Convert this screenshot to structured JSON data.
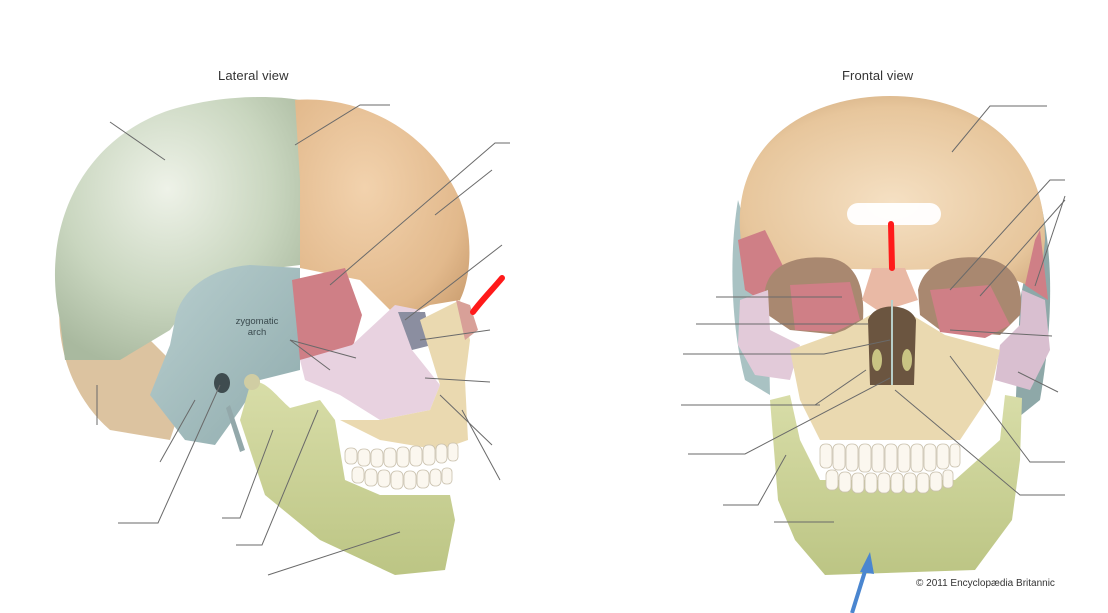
{
  "diagram": {
    "subject": "Human skull bones",
    "views": [
      {
        "id": "lateral",
        "title": "Lateral view"
      },
      {
        "id": "frontal",
        "title": "Frontal view"
      }
    ],
    "labels": {
      "zygomatic_arch_line1": "zygomatic",
      "zygomatic_arch_line2": "arch"
    },
    "credit": "© 2011 Encyclopædia Britannic",
    "annotations": {
      "lateral_red_mark": {
        "color": "#ff1a1a",
        "target": "nasal bone (lateral)"
      },
      "frontal_red_mark": {
        "color": "#ff1a1a",
        "target": "nasal/glabella (frontal)"
      },
      "frontal_blue_arrow": {
        "color": "#4a86d0",
        "target": "mandible (chin)"
      }
    },
    "bone_colors": {
      "parietal": "#c9d6bf",
      "frontal": "#e2b98c",
      "temporal": "#a9c2c3",
      "sphenoid": "#cf7f86",
      "zygomatic": "#e8d2e0",
      "maxilla": "#ead9b0",
      "mandible": "#cdd49b",
      "occipital": "#dcc3a0"
    },
    "leader_line_count": {
      "lateral": 17,
      "frontal": 16
    }
  }
}
